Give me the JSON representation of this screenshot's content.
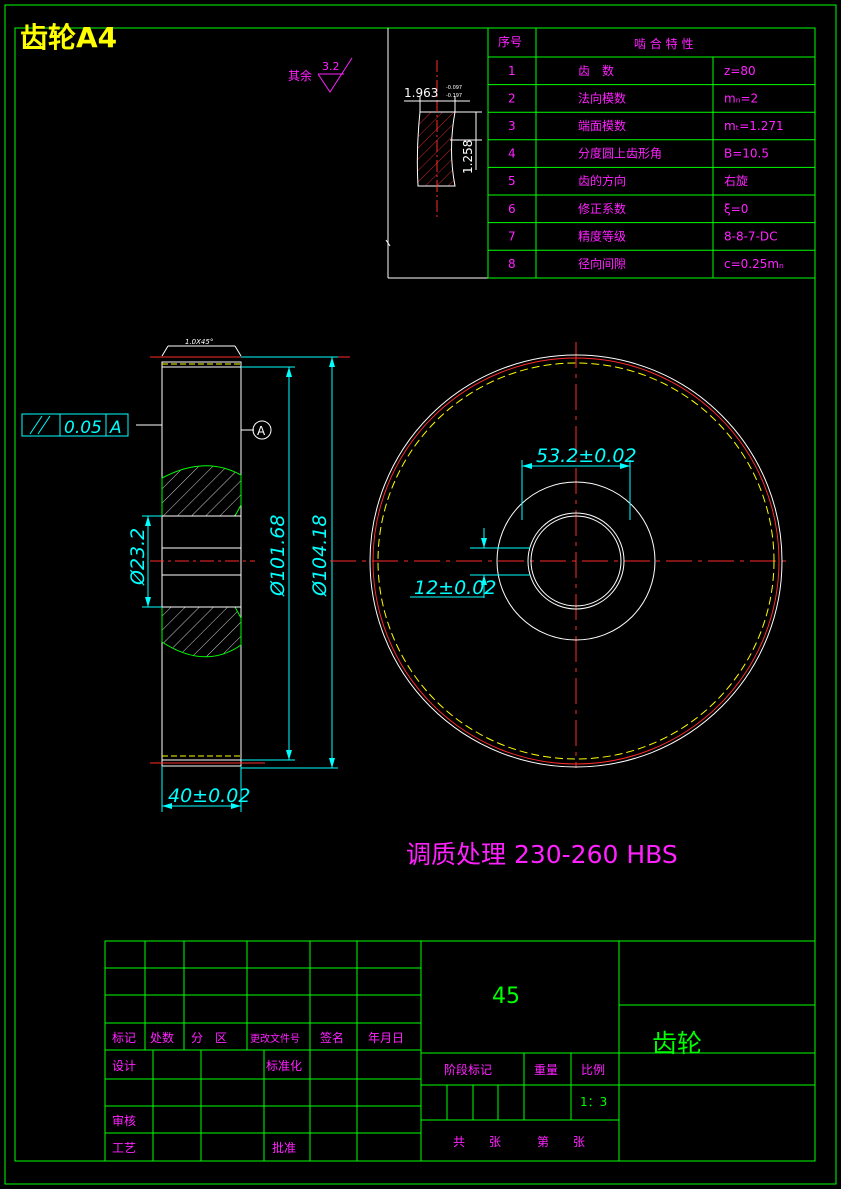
{
  "sheet_title": "齿轮A4",
  "roughness": {
    "label": "其余",
    "value": "3.2"
  },
  "profile_detail": {
    "chordal_thickness": "1.963",
    "tol_top": "-0.097",
    "tol_bottom": "-0.197",
    "chordal_height": "1.258"
  },
  "table": {
    "col_no": "序号",
    "col_feature": "啮 合 特 性",
    "rows": [
      {
        "no": "1",
        "name": "齿　数",
        "value": "z=80"
      },
      {
        "no": "2",
        "name": "法向模数",
        "value": "mₙ=2"
      },
      {
        "no": "3",
        "name": "端面模数",
        "value": "mₜ=1.271"
      },
      {
        "no": "4",
        "name": "分度圆上齿形角",
        "value": "B=10.5"
      },
      {
        "no": "5",
        "name": "齿的方向",
        "value": "右旋"
      },
      {
        "no": "6",
        "name": "修正系数",
        "value": "ξ=0"
      },
      {
        "no": "7",
        "name": "精度等级",
        "value": "8-8-7-DC"
      },
      {
        "no": "8",
        "name": "径向间隙",
        "value": "c=0.25mₙ"
      }
    ]
  },
  "dims": {
    "chamfer": "1.0X45°",
    "runout_value": "0.05",
    "runout_datum": "A",
    "datum": "A",
    "bore": "Ø23.2",
    "root": "Ø101.68",
    "outer": "Ø104.18",
    "width": "40±0.02",
    "hub": "53.2±0.02",
    "offset": "12±0.02"
  },
  "heat_treatment": "调质处理  230-260   HBS",
  "title_block": {
    "material": "45",
    "part_name": "齿轮",
    "scale": "1：3",
    "labels": {
      "mark": "标记",
      "count": "处数",
      "zone": "分　区",
      "change_doc": "更改文件号",
      "sign": "签名",
      "date": "年月日",
      "design": "设计",
      "standard": "标准化",
      "review": "审核",
      "process": "工艺",
      "approve": "批准",
      "stage_mark": "阶段标记",
      "weight": "重量",
      "ratio": "比例",
      "total": "共",
      "sheets": "张",
      "page": "第",
      "sheet2": "张"
    }
  }
}
